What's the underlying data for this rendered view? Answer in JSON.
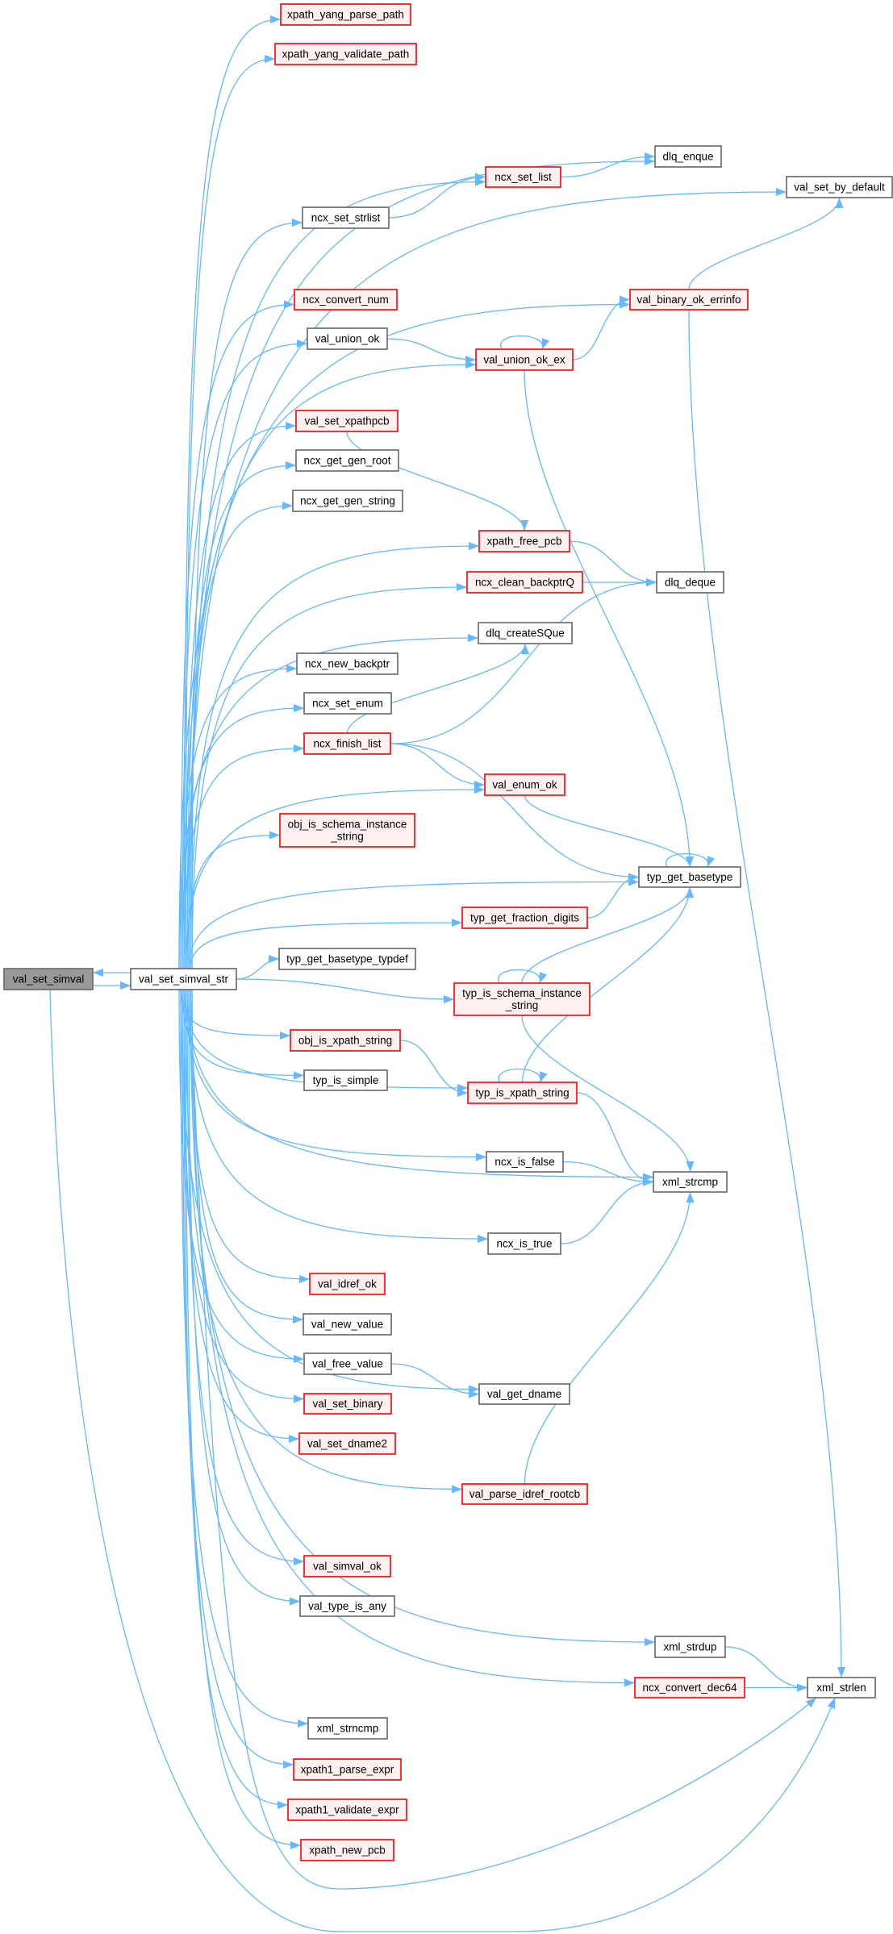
{
  "graph": {
    "title": "val_set_simval call graph",
    "edge_color": "#63b8ff",
    "nodes": [
      {
        "id": "val_set_simval",
        "lines": [
          "val_set_simval"
        ],
        "kind": "focus"
      },
      {
        "id": "val_set_simval_str",
        "lines": [
          "val_set_simval_str"
        ],
        "kind": "normal"
      },
      {
        "id": "xpath_yang_parse_path",
        "lines": [
          "xpath_yang_parse_path"
        ],
        "kind": "truncated"
      },
      {
        "id": "xpath_yang_validate_path",
        "lines": [
          "xpath_yang_validate_path"
        ],
        "kind": "truncated"
      },
      {
        "id": "dlq_enque",
        "lines": [
          "dlq_enque"
        ],
        "kind": "normal"
      },
      {
        "id": "ncx_set_list",
        "lines": [
          "ncx_set_list"
        ],
        "kind": "truncated"
      },
      {
        "id": "val_set_by_default",
        "lines": [
          "val_set_by_default"
        ],
        "kind": "normal"
      },
      {
        "id": "ncx_set_strlist",
        "lines": [
          "ncx_set_strlist"
        ],
        "kind": "normal"
      },
      {
        "id": "ncx_convert_num",
        "lines": [
          "ncx_convert_num"
        ],
        "kind": "truncated"
      },
      {
        "id": "val_binary_ok_errinfo",
        "lines": [
          "val_binary_ok_errinfo"
        ],
        "kind": "truncated"
      },
      {
        "id": "val_union_ok",
        "lines": [
          "val_union_ok"
        ],
        "kind": "normal"
      },
      {
        "id": "val_union_ok_ex",
        "lines": [
          "val_union_ok_ex"
        ],
        "kind": "truncated"
      },
      {
        "id": "val_set_xpathpcb",
        "lines": [
          "val_set_xpathpcb"
        ],
        "kind": "truncated"
      },
      {
        "id": "ncx_get_gen_root",
        "lines": [
          "ncx_get_gen_root"
        ],
        "kind": "normal"
      },
      {
        "id": "ncx_get_gen_string",
        "lines": [
          "ncx_get_gen_string"
        ],
        "kind": "normal"
      },
      {
        "id": "xpath_free_pcb",
        "lines": [
          "xpath_free_pcb"
        ],
        "kind": "truncated"
      },
      {
        "id": "ncx_clean_backptrQ",
        "lines": [
          "ncx_clean_backptrQ"
        ],
        "kind": "truncated"
      },
      {
        "id": "dlq_deque",
        "lines": [
          "dlq_deque"
        ],
        "kind": "normal"
      },
      {
        "id": "dlq_createSQue",
        "lines": [
          "dlq_createSQue"
        ],
        "kind": "normal"
      },
      {
        "id": "ncx_new_backptr",
        "lines": [
          "ncx_new_backptr"
        ],
        "kind": "normal"
      },
      {
        "id": "ncx_set_enum",
        "lines": [
          "ncx_set_enum"
        ],
        "kind": "normal"
      },
      {
        "id": "ncx_finish_list",
        "lines": [
          "ncx_finish_list"
        ],
        "kind": "truncated"
      },
      {
        "id": "val_enum_ok",
        "lines": [
          "val_enum_ok"
        ],
        "kind": "truncated"
      },
      {
        "id": "obj_is_schema_instance_string",
        "lines": [
          "obj_is_schema_instance",
          "_string"
        ],
        "kind": "truncated"
      },
      {
        "id": "typ_get_basetype",
        "lines": [
          "typ_get_basetype"
        ],
        "kind": "normal"
      },
      {
        "id": "typ_get_fraction_digits",
        "lines": [
          "typ_get_fraction_digits"
        ],
        "kind": "truncated"
      },
      {
        "id": "typ_get_basetype_typdef",
        "lines": [
          "typ_get_basetype_typdef"
        ],
        "kind": "normal"
      },
      {
        "id": "typ_is_schema_instance_string",
        "lines": [
          "typ_is_schema_instance",
          "_string"
        ],
        "kind": "truncated"
      },
      {
        "id": "obj_is_xpath_string",
        "lines": [
          "obj_is_xpath_string"
        ],
        "kind": "truncated"
      },
      {
        "id": "typ_is_simple",
        "lines": [
          "typ_is_simple"
        ],
        "kind": "normal"
      },
      {
        "id": "typ_is_xpath_string",
        "lines": [
          "typ_is_xpath_string"
        ],
        "kind": "truncated"
      },
      {
        "id": "ncx_is_false",
        "lines": [
          "ncx_is_false"
        ],
        "kind": "normal"
      },
      {
        "id": "xml_strcmp",
        "lines": [
          "xml_strcmp"
        ],
        "kind": "normal"
      },
      {
        "id": "ncx_is_true",
        "lines": [
          "ncx_is_true"
        ],
        "kind": "normal"
      },
      {
        "id": "val_idref_ok",
        "lines": [
          "val_idref_ok"
        ],
        "kind": "truncated"
      },
      {
        "id": "val_new_value",
        "lines": [
          "val_new_value"
        ],
        "kind": "normal"
      },
      {
        "id": "val_free_value",
        "lines": [
          "val_free_value"
        ],
        "kind": "normal"
      },
      {
        "id": "val_get_dname",
        "lines": [
          "val_get_dname"
        ],
        "kind": "normal"
      },
      {
        "id": "val_set_binary",
        "lines": [
          "val_set_binary"
        ],
        "kind": "truncated"
      },
      {
        "id": "val_set_dname2",
        "lines": [
          "val_set_dname2"
        ],
        "kind": "truncated"
      },
      {
        "id": "val_parse_idref_rootcb",
        "lines": [
          "val_parse_idref_rootcb"
        ],
        "kind": "truncated"
      },
      {
        "id": "val_simval_ok",
        "lines": [
          "val_simval_ok"
        ],
        "kind": "truncated"
      },
      {
        "id": "val_type_is_any",
        "lines": [
          "val_type_is_any"
        ],
        "kind": "normal"
      },
      {
        "id": "xml_strdup",
        "lines": [
          "xml_strdup"
        ],
        "kind": "normal"
      },
      {
        "id": "ncx_convert_dec64",
        "lines": [
          "ncx_convert_dec64"
        ],
        "kind": "truncated"
      },
      {
        "id": "xml_strlen",
        "lines": [
          "xml_strlen"
        ],
        "kind": "normal"
      },
      {
        "id": "xml_strncmp",
        "lines": [
          "xml_strncmp"
        ],
        "kind": "normal"
      },
      {
        "id": "xpath1_parse_expr",
        "lines": [
          "xpath1_parse_expr"
        ],
        "kind": "truncated"
      },
      {
        "id": "xpath1_validate_expr",
        "lines": [
          "xpath1_validate_expr"
        ],
        "kind": "truncated"
      },
      {
        "id": "xpath_new_pcb",
        "lines": [
          "xpath_new_pcb"
        ],
        "kind": "truncated"
      }
    ],
    "edges": [
      [
        "val_set_simval",
        "val_set_simval_str"
      ],
      [
        "val_set_simval_str",
        "val_set_simval"
      ],
      [
        "val_set_simval",
        "xml_strlen"
      ],
      [
        "val_set_simval_str",
        "xpath_yang_parse_path"
      ],
      [
        "val_set_simval_str",
        "xpath_yang_validate_path"
      ],
      [
        "val_set_simval_str",
        "val_set_by_default"
      ],
      [
        "val_set_simval_str",
        "dlq_enque"
      ],
      [
        "val_set_simval_str",
        "ncx_set_list"
      ],
      [
        "val_set_simval_str",
        "ncx_set_strlist"
      ],
      [
        "val_set_simval_str",
        "val_binary_ok_errinfo"
      ],
      [
        "val_set_simval_str",
        "ncx_convert_num"
      ],
      [
        "val_set_simval_str",
        "val_union_ok"
      ],
      [
        "val_set_simval_str",
        "val_union_ok_ex"
      ],
      [
        "val_set_simval_str",
        "val_set_xpathpcb"
      ],
      [
        "val_set_simval_str",
        "ncx_get_gen_root"
      ],
      [
        "val_set_simval_str",
        "ncx_get_gen_string"
      ],
      [
        "val_set_simval_str",
        "xpath_free_pcb"
      ],
      [
        "val_set_simval_str",
        "ncx_clean_backptrQ"
      ],
      [
        "val_set_simval_str",
        "dlq_createSQue"
      ],
      [
        "val_set_simval_str",
        "ncx_new_backptr"
      ],
      [
        "val_set_simval_str",
        "ncx_set_enum"
      ],
      [
        "val_set_simval_str",
        "ncx_finish_list"
      ],
      [
        "val_set_simval_str",
        "val_enum_ok"
      ],
      [
        "val_set_simval_str",
        "obj_is_schema_instance_string"
      ],
      [
        "val_set_simval_str",
        "typ_get_basetype"
      ],
      [
        "val_set_simval_str",
        "typ_get_fraction_digits"
      ],
      [
        "val_set_simval_str",
        "typ_get_basetype_typdef"
      ],
      [
        "val_set_simval_str",
        "typ_is_schema_instance_string"
      ],
      [
        "val_set_simval_str",
        "obj_is_xpath_string"
      ],
      [
        "val_set_simval_str",
        "typ_is_simple"
      ],
      [
        "val_set_simval_str",
        "typ_is_xpath_string"
      ],
      [
        "val_set_simval_str",
        "ncx_is_false"
      ],
      [
        "val_set_simval_str",
        "xml_strcmp"
      ],
      [
        "val_set_simval_str",
        "ncx_is_true"
      ],
      [
        "val_set_simval_str",
        "val_idref_ok"
      ],
      [
        "val_set_simval_str",
        "val_new_value"
      ],
      [
        "val_set_simval_str",
        "val_free_value"
      ],
      [
        "val_set_simval_str",
        "val_get_dname"
      ],
      [
        "val_set_simval_str",
        "val_set_binary"
      ],
      [
        "val_set_simval_str",
        "val_set_dname2"
      ],
      [
        "val_set_simval_str",
        "val_parse_idref_rootcb"
      ],
      [
        "val_set_simval_str",
        "val_simval_ok"
      ],
      [
        "val_set_simval_str",
        "val_type_is_any"
      ],
      [
        "val_set_simval_str",
        "xml_strdup"
      ],
      [
        "val_set_simval_str",
        "ncx_convert_dec64"
      ],
      [
        "val_set_simval_str",
        "xml_strlen"
      ],
      [
        "val_set_simval_str",
        "xml_strncmp"
      ],
      [
        "val_set_simval_str",
        "xpath1_parse_expr"
      ],
      [
        "val_set_simval_str",
        "xpath1_validate_expr"
      ],
      [
        "val_set_simval_str",
        "xpath_new_pcb"
      ],
      [
        "ncx_set_strlist",
        "ncx_set_list"
      ],
      [
        "ncx_set_list",
        "dlq_enque"
      ],
      [
        "val_binary_ok_errinfo",
        "val_set_by_default"
      ],
      [
        "val_binary_ok_errinfo",
        "xml_strlen"
      ],
      [
        "val_union_ok",
        "val_union_ok_ex"
      ],
      [
        "val_union_ok_ex",
        "val_union_ok_ex"
      ],
      [
        "val_union_ok_ex",
        "val_binary_ok_errinfo"
      ],
      [
        "val_union_ok_ex",
        "typ_get_basetype"
      ],
      [
        "val_set_xpathpcb",
        "xpath_free_pcb"
      ],
      [
        "xpath_free_pcb",
        "dlq_deque"
      ],
      [
        "ncx_clean_backptrQ",
        "dlq_deque"
      ],
      [
        "ncx_finish_list",
        "dlq_createSQue"
      ],
      [
        "ncx_finish_list",
        "dlq_deque"
      ],
      [
        "ncx_finish_list",
        "val_enum_ok"
      ],
      [
        "ncx_finish_list",
        "typ_get_basetype"
      ],
      [
        "val_enum_ok",
        "typ_get_basetype"
      ],
      [
        "typ_get_basetype",
        "typ_get_basetype"
      ],
      [
        "typ_get_fraction_digits",
        "typ_get_basetype"
      ],
      [
        "typ_is_schema_instance_string",
        "typ_is_schema_instance_string"
      ],
      [
        "typ_is_schema_instance_string",
        "typ_get_basetype"
      ],
      [
        "typ_is_schema_instance_string",
        "xml_strcmp"
      ],
      [
        "obj_is_xpath_string",
        "typ_is_xpath_string"
      ],
      [
        "typ_is_xpath_string",
        "typ_is_xpath_string"
      ],
      [
        "typ_is_xpath_string",
        "typ_get_basetype"
      ],
      [
        "typ_is_xpath_string",
        "xml_strcmp"
      ],
      [
        "ncx_is_false",
        "xml_strcmp"
      ],
      [
        "ncx_is_true",
        "xml_strcmp"
      ],
      [
        "val_free_value",
        "val_get_dname"
      ],
      [
        "val_parse_idref_rootcb",
        "xml_strcmp"
      ],
      [
        "xml_strdup",
        "xml_strlen"
      ],
      [
        "ncx_convert_dec64",
        "xml_strlen"
      ]
    ]
  }
}
